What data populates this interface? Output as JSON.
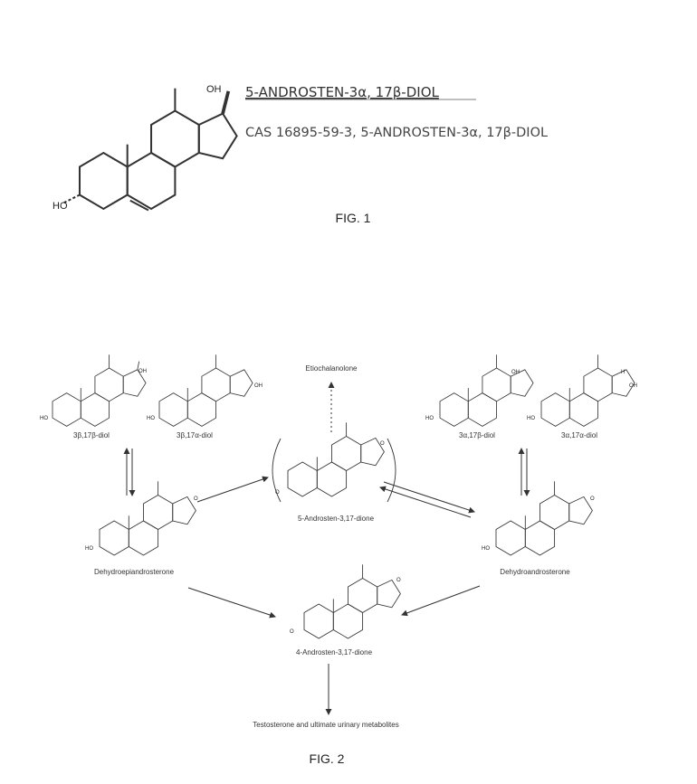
{
  "fig1": {
    "name": "5-ANDROSTEN-3α, 17β-DIOL",
    "subtitle": "CAS 16895-59-3, 5-ANDROSTEN-3α, 17β-DIOL",
    "caption": "FIG. 1",
    "atoms": {
      "oh_top": "OH",
      "ho_left": "HO"
    }
  },
  "fig2": {
    "caption": "FIG. 2",
    "compounds": {
      "diol_3b17b": "3β,17β-diol",
      "diol_3b17a": "3β,17α-diol",
      "diol_3a17b": "3α,17β-diol",
      "diol_3a17a": "3α,17α-diol",
      "etiocholanolone": "Etiochalanolone",
      "androstenedione5": "5-Androsten-3,17-dione",
      "dhea": "Dehydroepiandrosterone",
      "dha": "Dehydroandrosterone",
      "androstenedione4": "4-Androsten-3,17-dione",
      "testosterone": "Testosterone and ultimate urinary metabolites"
    },
    "atoms": {
      "oh": "OH",
      "ho": "HO",
      "o": "O",
      "h": "H"
    }
  }
}
